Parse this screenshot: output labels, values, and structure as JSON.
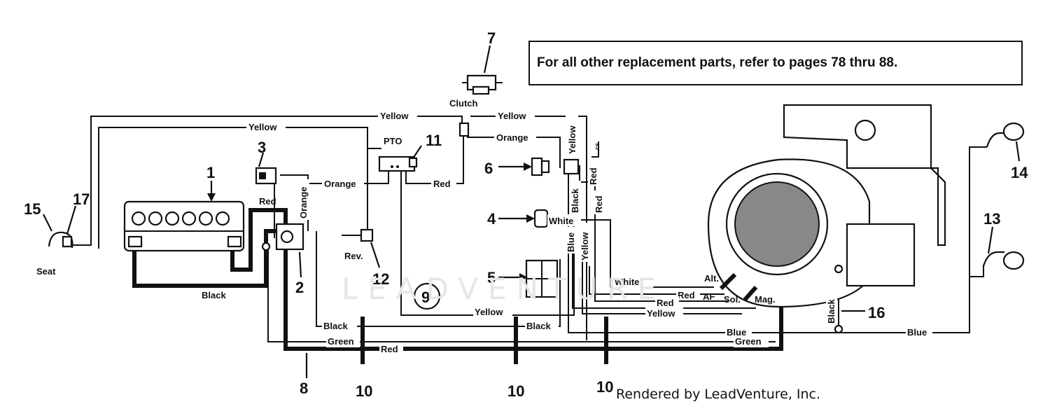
{
  "note": "For all other replacement parts, refer to pages 78 thru 88.",
  "credit": "Rendered by LeadVenture, Inc.",
  "watermark": "LEADVENTURE",
  "callouts": {
    "c1": "1",
    "c2": "2",
    "c3": "3",
    "c4": "4",
    "c5": "5",
    "c6": "6",
    "c7": "7",
    "c8": "8",
    "c9": "9",
    "c10a": "10",
    "c10b": "10",
    "c10c": "10",
    "c11": "11",
    "c12": "12",
    "c13": "13",
    "c14": "14",
    "c15": "15",
    "c16": "16",
    "c17": "17"
  },
  "component_labels": {
    "clutch": "Clutch",
    "pto": "PTO",
    "seat": "Seat",
    "rev": "Rev.",
    "alt": "Alt.",
    "af": "AF",
    "sol": "Sol.",
    "mag": "Mag."
  },
  "wire_labels": {
    "yellow_top_left": "Yellow",
    "yellow_top_right": "Yellow",
    "yellow_second": "Yellow",
    "orange_right": "Orange",
    "yellow_vertical": "Yellow",
    "orange_left": "Orange",
    "red_mid": "Red",
    "red_battery": "Red",
    "orange_vertical": "Orange",
    "black_battery": "Black",
    "black_vertical": "Black",
    "red_vertical_1": "Red",
    "red_vertical_2": "Red",
    "white_4": "White",
    "blue_vertical": "Blue",
    "yellow_vertical_2": "Yellow",
    "white_low": "White",
    "red_af": "Red",
    "red_low": "Red",
    "yellow_low": "Yellow",
    "yellow_bottom": "Yellow",
    "black_bottom_left": "Black",
    "black_bottom_right": "Black",
    "green_left": "Green",
    "red_bottom": "Red",
    "blue_bottom": "Blue",
    "green_right": "Green",
    "black_16": "Black",
    "blue_right": "Blue",
    "tiny_mark": "cs"
  }
}
